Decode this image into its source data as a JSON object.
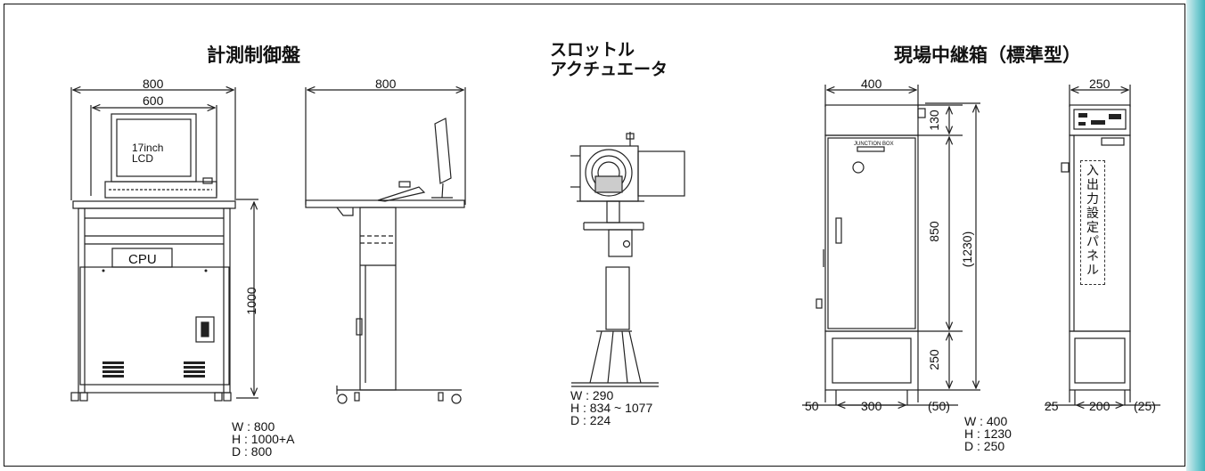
{
  "titles": {
    "control_panel": "計測制御盤",
    "throttle_line1": "スロットル",
    "throttle_line2": "アクチュエータ",
    "relay_box": "現場中継箱（標準型）"
  },
  "control_panel": {
    "front": {
      "dim_width": "800",
      "dim_inner": "600",
      "dim_height": "1000",
      "lcd_line1": "17inch",
      "lcd_line2": "LCD",
      "cpu_label": "CPU"
    },
    "side": {
      "dim_depth": "800"
    },
    "specs": {
      "w": "W : 800",
      "h": "H : 1000+A",
      "d": "D : 800"
    }
  },
  "throttle": {
    "specs": {
      "w": "W : 290",
      "h": "H : 834 ~ 1077",
      "d": "D : 224"
    }
  },
  "relay_box": {
    "front": {
      "dim_width": "400",
      "dim_top": "130",
      "dim_mid": "850",
      "dim_total": "(1230)",
      "dim_bottom": "250",
      "dim_left": "50",
      "dim_base": "300",
      "dim_right": "(50)",
      "door_label": "JUNCTION BOX"
    },
    "side": {
      "dim_width": "250",
      "dim_left": "25",
      "dim_base": "200",
      "dim_right": "(25)",
      "panel_chars": [
        "入",
        "出",
        "力",
        "設",
        "定",
        "パ",
        "ネ",
        "ル"
      ]
    },
    "specs": {
      "w": "W : 400",
      "h": "H : 1230",
      "d": "D : 250"
    }
  }
}
